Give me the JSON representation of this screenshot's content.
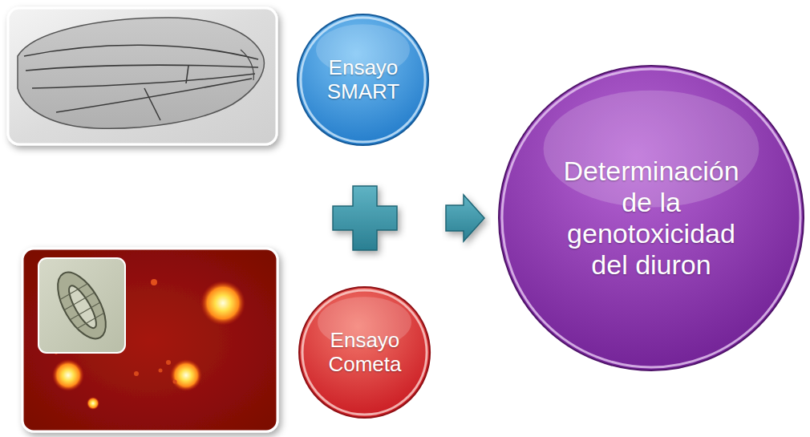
{
  "diagram": {
    "nodes": [
      {
        "text": [
          "Ensayo SMART"
        ]
      },
      {
        "text": [
          "Ensayo Cometa"
        ]
      },
      {
        "text": [
          "Determinación de la genotoxicidad del diuron"
        ]
      }
    ]
  }
}
